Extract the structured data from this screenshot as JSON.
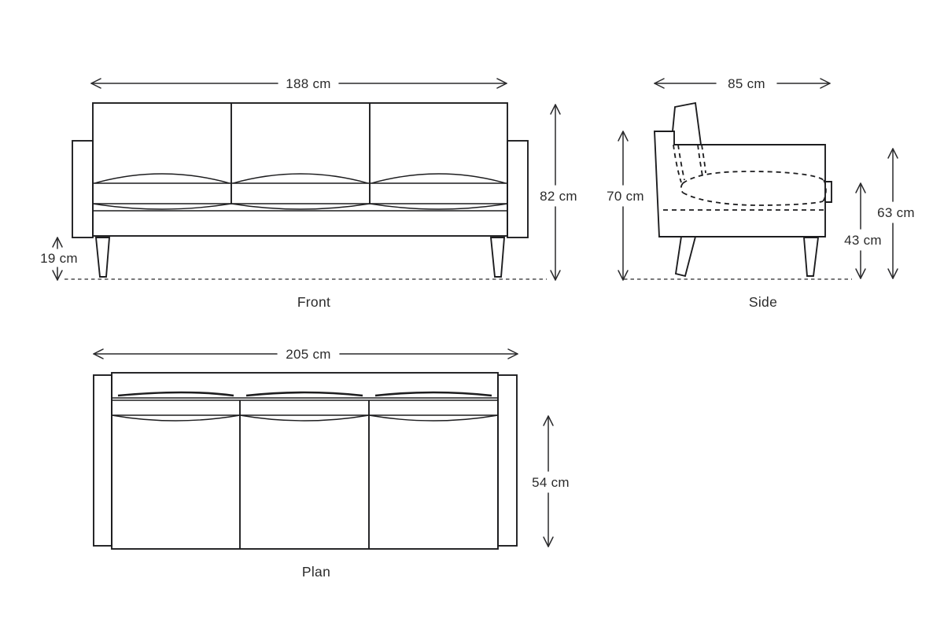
{
  "page": {
    "background": "#ffffff",
    "line_color": "#1d1d1f",
    "text_color": "#2b2b2b",
    "subject": "sofa-dimension-drawing"
  },
  "views": {
    "front": {
      "caption": "Front",
      "width_label": "188 cm",
      "height_label": "82 cm",
      "leg_height_label": "19 cm"
    },
    "side": {
      "caption": "Side",
      "depth_label": "85 cm",
      "total_height_label": "70 cm",
      "arm_height_label": "63 cm",
      "seat_height_label": "43 cm"
    },
    "plan": {
      "caption": "Plan",
      "width_label": "205 cm",
      "seat_depth_label": "54 cm"
    }
  }
}
